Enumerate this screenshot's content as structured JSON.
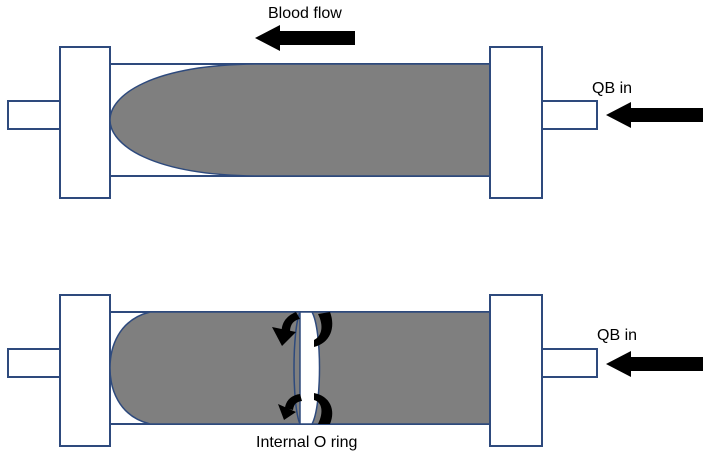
{
  "labels": {
    "blood_flow": "Blood flow",
    "qb_in_top": "QB in",
    "qb_in_bottom": "QB in",
    "internal_o_ring": "Internal O ring"
  },
  "colors": {
    "blood": "#7f7f7f",
    "outline": "#2e4a7d",
    "arrow": "#000000"
  },
  "icons": {
    "flow_arrows": "arrow-left-icon",
    "rotation_arrows": "curved-rotate-arrow-icon"
  }
}
